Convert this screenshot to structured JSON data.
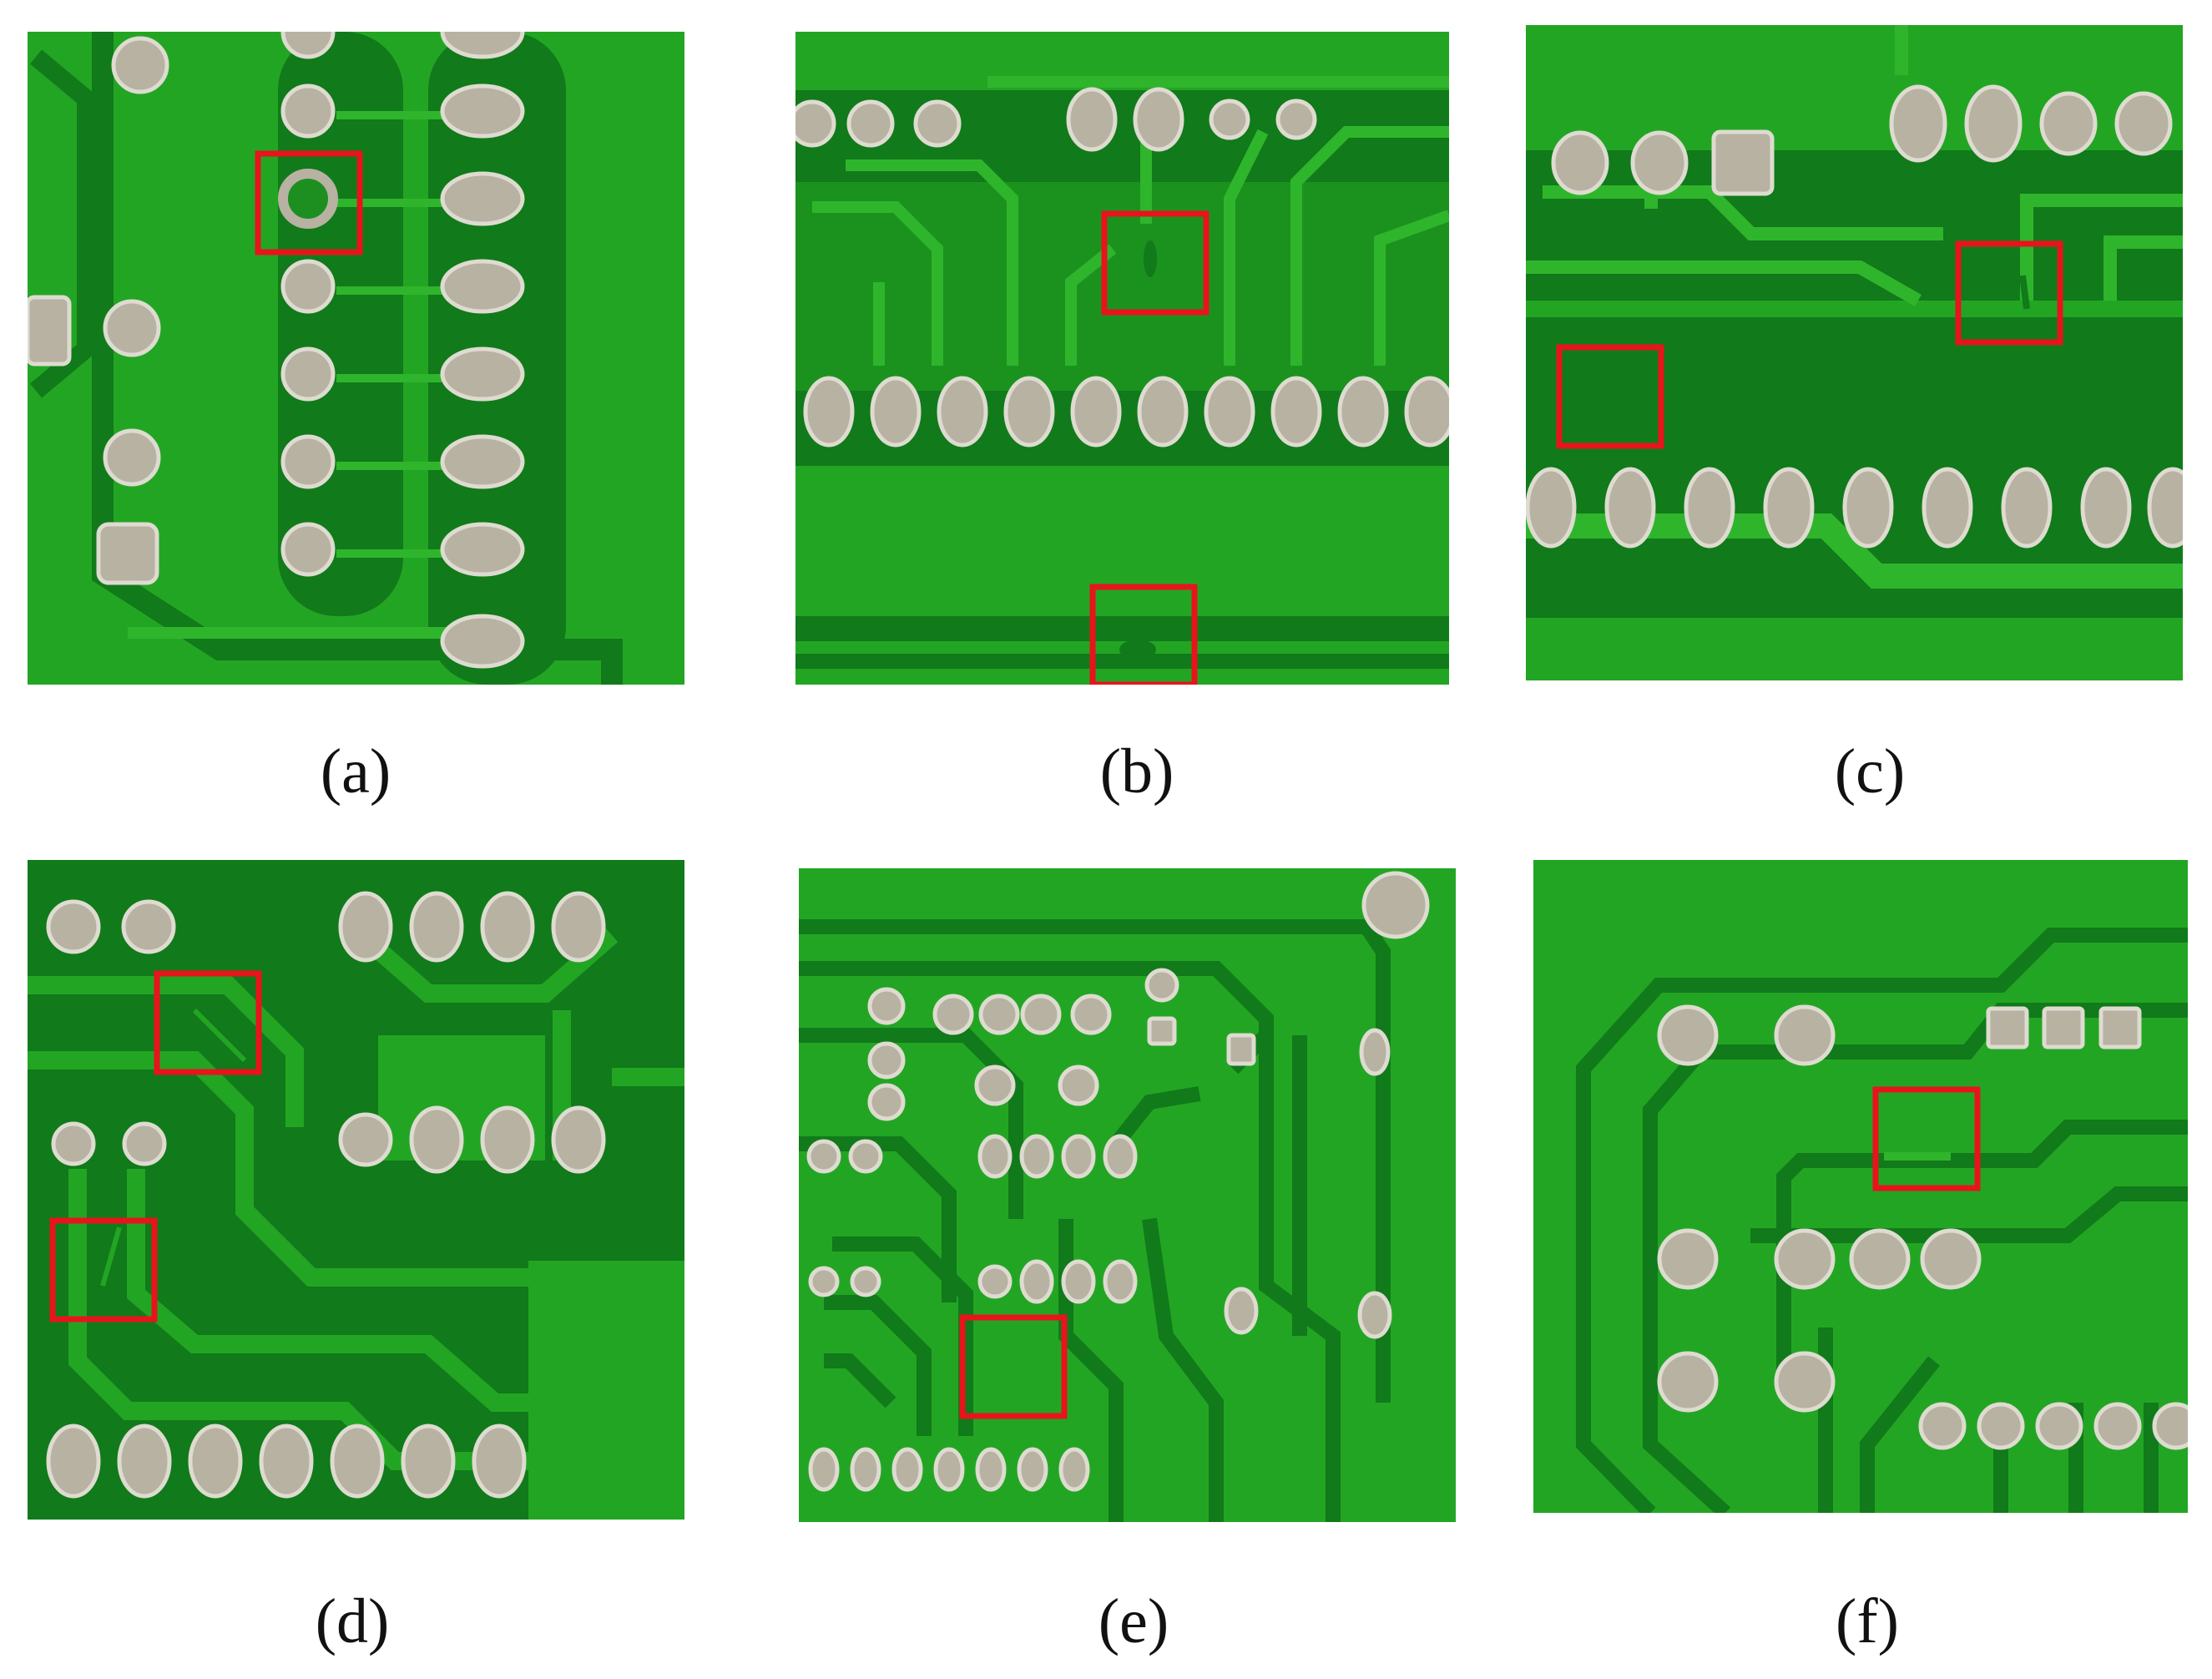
{
  "figure": {
    "panels": [
      {
        "id": "a",
        "label": "(a)",
        "defect_boxes": 1
      },
      {
        "id": "b",
        "label": "(b)",
        "defect_boxes": 2
      },
      {
        "id": "c",
        "label": "(c)",
        "defect_boxes": 2
      },
      {
        "id": "d",
        "label": "(d)",
        "defect_boxes": 2
      },
      {
        "id": "e",
        "label": "(e)",
        "defect_boxes": 1
      },
      {
        "id": "f",
        "label": "(f)",
        "defect_boxes": 1
      }
    ]
  },
  "colors": {
    "board": "#23a524",
    "trace": "#2fb52c",
    "gap": "#117a1a",
    "pad": "#b7b2a2",
    "pad_highlight": "#dedbd0",
    "defect_box": "#e8141c",
    "background": "#ffffff"
  }
}
